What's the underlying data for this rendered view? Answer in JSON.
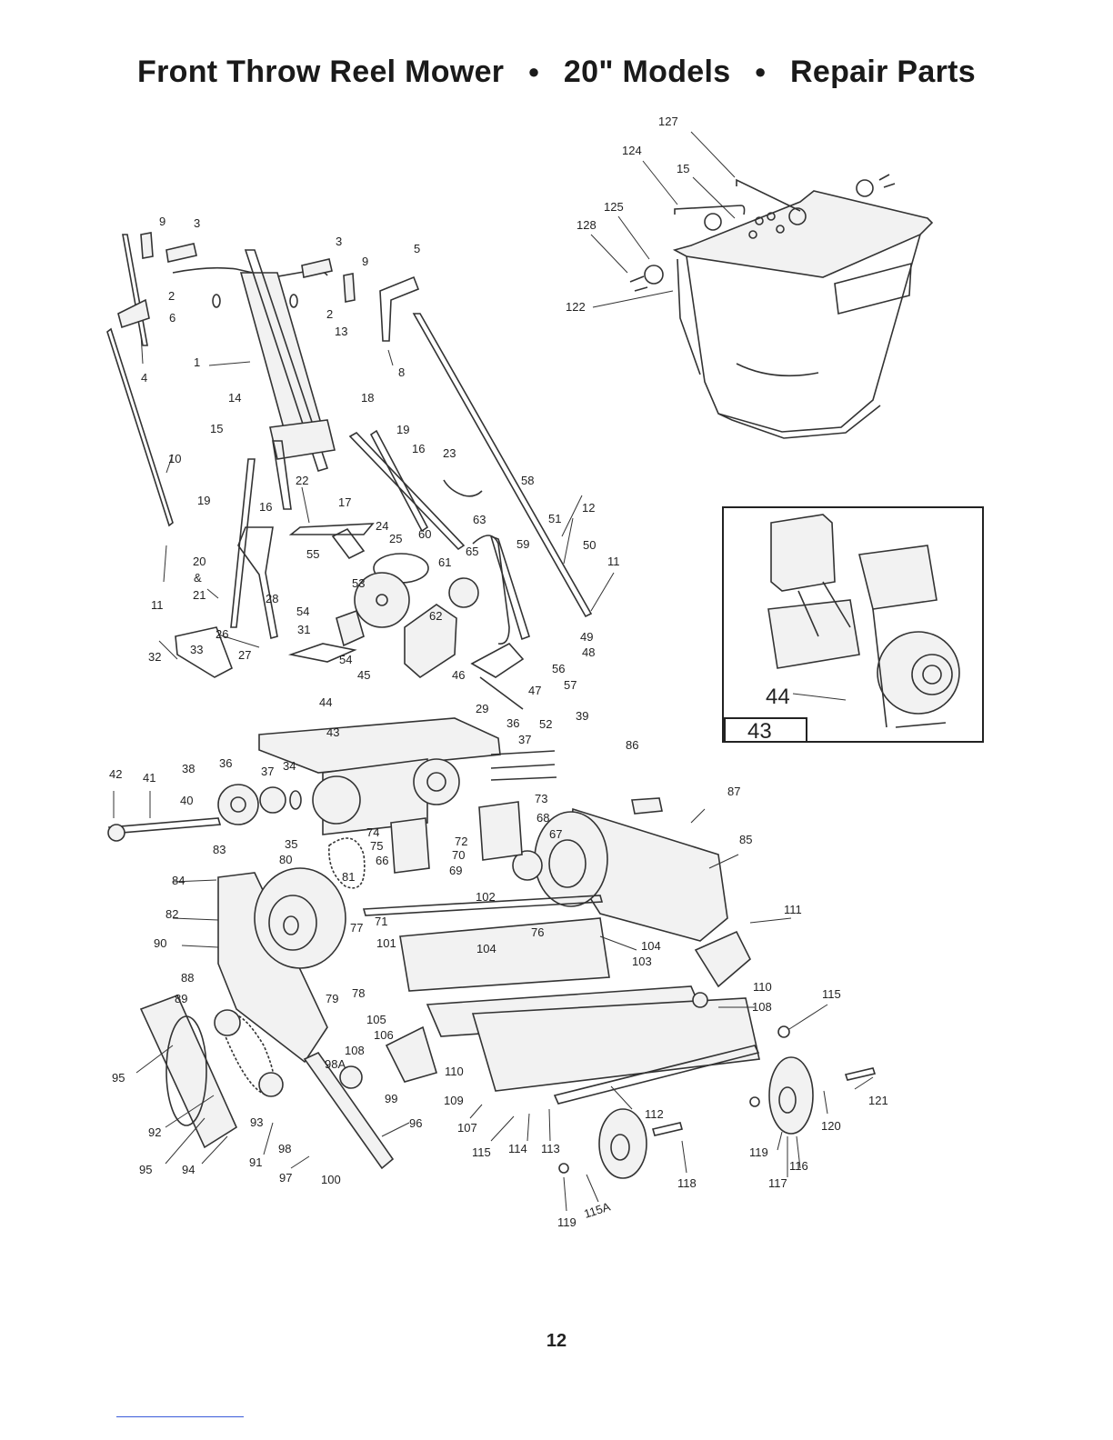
{
  "title": {
    "part1": "Front Throw Reel Mower",
    "part2": "20\" Models",
    "part3": "Repair Parts"
  },
  "page_number": "12",
  "inset": {
    "labels": [
      "44",
      "43"
    ]
  },
  "labels": {
    "l127": "127",
    "l124": "124",
    "l15a": "15",
    "l125": "125",
    "l128": "128",
    "l122": "122",
    "l9a": "9",
    "l3a": "3",
    "l3b": "3",
    "l9b": "9",
    "l5": "5",
    "l2a": "2",
    "l6": "6",
    "l2b": "2",
    "l13": "13",
    "l4": "4",
    "l1": "1",
    "l8": "8",
    "l14": "14",
    "l18": "18",
    "l15b": "15",
    "l19a": "19",
    "l10": "10",
    "l16a": "16",
    "l23": "23",
    "l22": "22",
    "l17": "17",
    "l58": "58",
    "l19b": "19",
    "l16b": "16",
    "l63": "63",
    "l51": "51",
    "l12": "12",
    "l24": "24",
    "l60": "60",
    "l25": "25",
    "l59": "59",
    "l50": "50",
    "l20": "20",
    "amp": "&",
    "l21": "21",
    "l55": "55",
    "l65": "65",
    "l61": "61",
    "l11a": "11",
    "l11b": "11",
    "l28": "28",
    "l53": "53",
    "l54a": "54",
    "l62": "62",
    "l49": "49",
    "l48": "48",
    "l31": "31",
    "l26": "26",
    "l33": "33",
    "l32": "32",
    "l27": "27",
    "l54b": "54",
    "l45": "45",
    "l46": "46",
    "l56": "56",
    "l47": "47",
    "l57": "57",
    "l44": "44",
    "l29": "29",
    "l36a": "36",
    "l52": "52",
    "l39": "39",
    "l43": "43",
    "l37a": "37",
    "l86": "86",
    "l42": "42",
    "l41": "41",
    "l38": "38",
    "l36b": "36",
    "l37b": "37",
    "l34": "34",
    "l40": "40",
    "l73": "73",
    "l87": "87",
    "l68": "68",
    "l35": "35",
    "l74": "74",
    "l75": "75",
    "l72": "72",
    "l67": "67",
    "l85": "85",
    "l83": "83",
    "l80": "80",
    "l66": "66",
    "l70": "70",
    "l81": "81",
    "l69": "69",
    "l84": "84",
    "l102": "102",
    "l82": "82",
    "l71": "71",
    "l77": "77",
    "l76": "76",
    "l111": "111",
    "l90": "90",
    "l101": "101",
    "l104a": "104",
    "l104b": "104",
    "l103": "103",
    "l88": "88",
    "l79": "79",
    "l78": "78",
    "l110a": "110",
    "l89": "89",
    "l105": "105",
    "l108a": "108",
    "l115a": "115",
    "l106": "106",
    "l108b": "108",
    "l98A": "98A",
    "l110b": "110",
    "l95a": "95",
    "l99": "99",
    "l109": "109",
    "l121": "121",
    "l92": "92",
    "l93": "93",
    "l96": "96",
    "l107": "107",
    "l112": "112",
    "l120": "120",
    "l98": "98",
    "l115b": "115",
    "l114": "114",
    "l113": "113",
    "l119a": "119",
    "l95b": "95",
    "l94": "94",
    "l91": "91",
    "l97": "97",
    "l100": "100",
    "l118": "118",
    "l116": "116",
    "l117": "117",
    "l119b": "119",
    "l115A": "115A"
  }
}
